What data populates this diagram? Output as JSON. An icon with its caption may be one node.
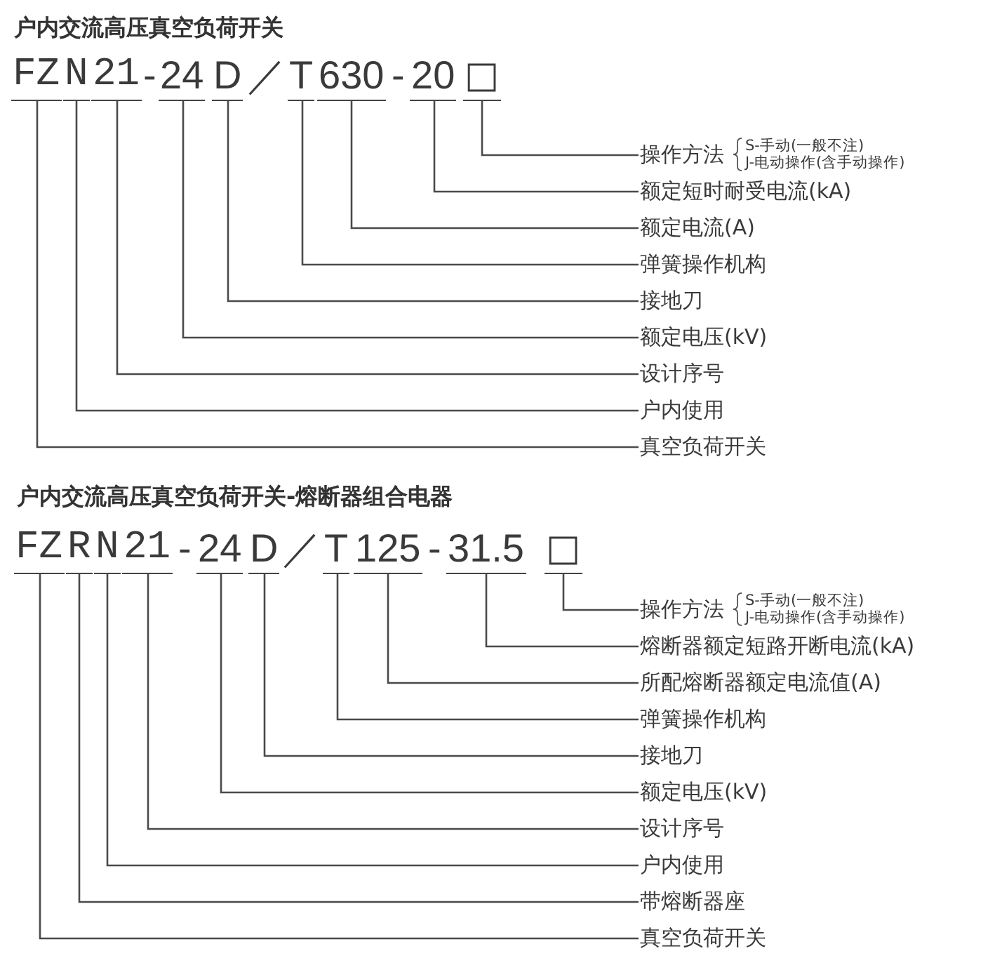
{
  "diagram": {
    "nodes": [
      {
        "text": [
          "FZ"
        ]
      },
      {
        "text": [
          "N"
        ]
      },
      {
        "text": [
          "21"
        ]
      },
      {
        "text": [
          "24"
        ]
      },
      {
        "text": [
          "D"
        ]
      },
      {
        "text": [
          "T"
        ]
      },
      {
        "text": [
          "630"
        ]
      },
      {
        "text": [
          "20"
        ]
      },
      {
        "text": [
          "□"
        ]
      },
      {
        "text": [
          "操作方法",
          "S-手动(一般不注)",
          "J-电动操作(含手动操作)"
        ]
      },
      {
        "text": [
          "额定短时耐受电流(kA)"
        ]
      },
      {
        "text": [
          "额定电流(A)"
        ]
      },
      {
        "text": [
          "弹簧操作机构"
        ]
      },
      {
        "text": [
          "接地刀"
        ]
      },
      {
        "text": [
          "额定电压(kV)"
        ]
      },
      {
        "text": [
          "设计序号"
        ]
      },
      {
        "text": [
          "户内使用"
        ]
      },
      {
        "text": [
          "真空负荷开关"
        ]
      },
      {
        "text": [
          "FZ"
        ]
      },
      {
        "text": [
          "R"
        ]
      },
      {
        "text": [
          "N"
        ]
      },
      {
        "text": [
          "21"
        ]
      },
      {
        "text": [
          "24"
        ]
      },
      {
        "text": [
          "D"
        ]
      },
      {
        "text": [
          "T"
        ]
      },
      {
        "text": [
          "125"
        ]
      },
      {
        "text": [
          "31.5"
        ]
      },
      {
        "text": [
          "□"
        ]
      },
      {
        "text": [
          "操作方法",
          "S-手动(一般不注)",
          "J-电动操作(含手动操作)"
        ]
      },
      {
        "text": [
          "熔断器额定短路开断电流(kA)"
        ]
      },
      {
        "text": [
          "所配熔断器额定电流值(A)"
        ]
      },
      {
        "text": [
          "弹簧操作机构"
        ]
      },
      {
        "text": [
          "接地刀"
        ]
      },
      {
        "text": [
          "额定电压(kV)"
        ]
      },
      {
        "text": [
          "设计序号"
        ]
      },
      {
        "text": [
          "户内使用"
        ]
      },
      {
        "text": [
          "带熔断器座"
        ]
      },
      {
        "text": [
          "真空负荷开关"
        ]
      }
    ],
    "edges": [
      {
        "from": 8,
        "to": 9,
        "arrow": "none"
      },
      {
        "from": 7,
        "to": 10,
        "arrow": "none"
      },
      {
        "from": 6,
        "to": 11,
        "arrow": "none"
      },
      {
        "from": 5,
        "to": 12,
        "arrow": "none"
      },
      {
        "from": 4,
        "to": 13,
        "arrow": "none"
      },
      {
        "from": 3,
        "to": 14,
        "arrow": "none"
      },
      {
        "from": 2,
        "to": 15,
        "arrow": "none"
      },
      {
        "from": 1,
        "to": 16,
        "arrow": "none"
      },
      {
        "from": 0,
        "to": 17,
        "arrow": "none"
      },
      {
        "from": 27,
        "to": 28,
        "arrow": "none"
      },
      {
        "from": 26,
        "to": 29,
        "arrow": "none"
      },
      {
        "from": 25,
        "to": 30,
        "arrow": "none"
      },
      {
        "from": 24,
        "to": 31,
        "arrow": "none"
      },
      {
        "from": 23,
        "to": 32,
        "arrow": "none"
      },
      {
        "from": 22,
        "to": 33,
        "arrow": "none"
      },
      {
        "from": 21,
        "to": 34,
        "arrow": "none"
      },
      {
        "from": 20,
        "to": 35,
        "arrow": "none"
      },
      {
        "from": 19,
        "to": 36,
        "arrow": "none"
      },
      {
        "from": 18,
        "to": 37,
        "arrow": "none"
      }
    ],
    "labels": [
      "户内交流高压真空负荷开关",
      "-",
      "／",
      "-",
      "户内交流高压真空负荷开关-熔断器组合电器",
      "-",
      "／",
      "-"
    ]
  }
}
